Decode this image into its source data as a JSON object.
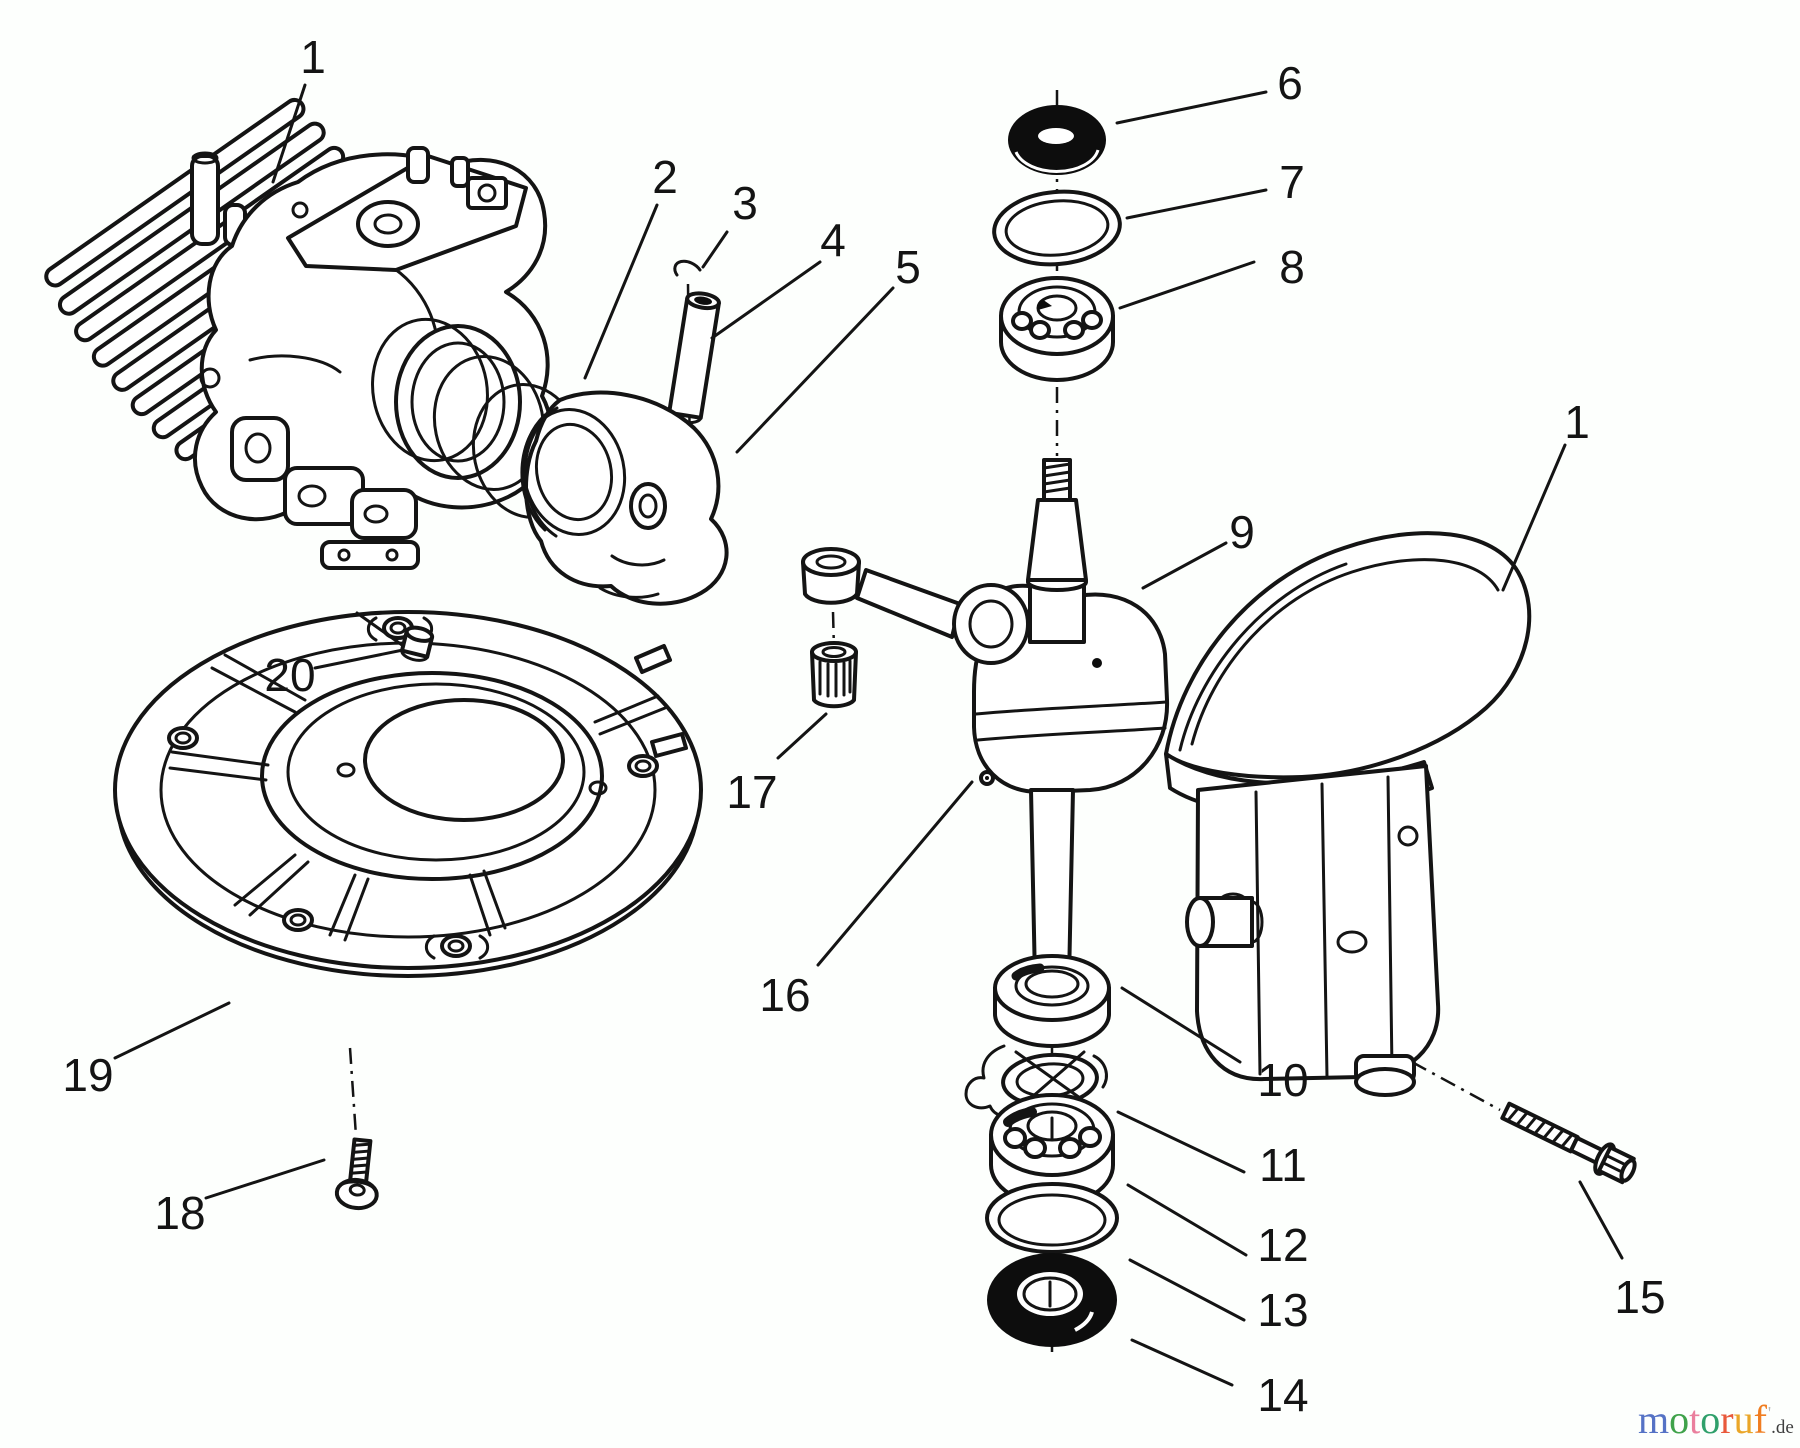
{
  "diagram": {
    "kind": "exploded-parts-diagram",
    "line_color": "#141414",
    "background_color": "#fdfffd",
    "callouts": {
      "c1a": "1",
      "c2": "2",
      "c3": "3",
      "c4": "4",
      "c5": "5",
      "c6": "6",
      "c7": "7",
      "c8": "8",
      "c9": "9",
      "c1b": "1",
      "c10": "10",
      "c11": "11",
      "c12": "12",
      "c13": "13",
      "c14": "14",
      "c15": "15",
      "c16": "16",
      "c17": "17",
      "c18": "18",
      "c19": "19",
      "c20": "20"
    }
  },
  "logo": {
    "letters": [
      {
        "char": "m",
        "color": "#5572c5"
      },
      {
        "char": "o",
        "color": "#3fa24a"
      },
      {
        "char": "t",
        "color": "#ea7f9d"
      },
      {
        "char": "o",
        "color": "#2fa06b"
      },
      {
        "char": "r",
        "color": "#e9593b"
      },
      {
        "char": "u",
        "color": "#eaa628"
      },
      {
        "char": "f",
        "color": "#f07d20"
      }
    ],
    "tick": "'",
    "tick_color": "#b5b5b5",
    "suffix": ".de",
    "suffix_color": "#3f3f3f"
  }
}
